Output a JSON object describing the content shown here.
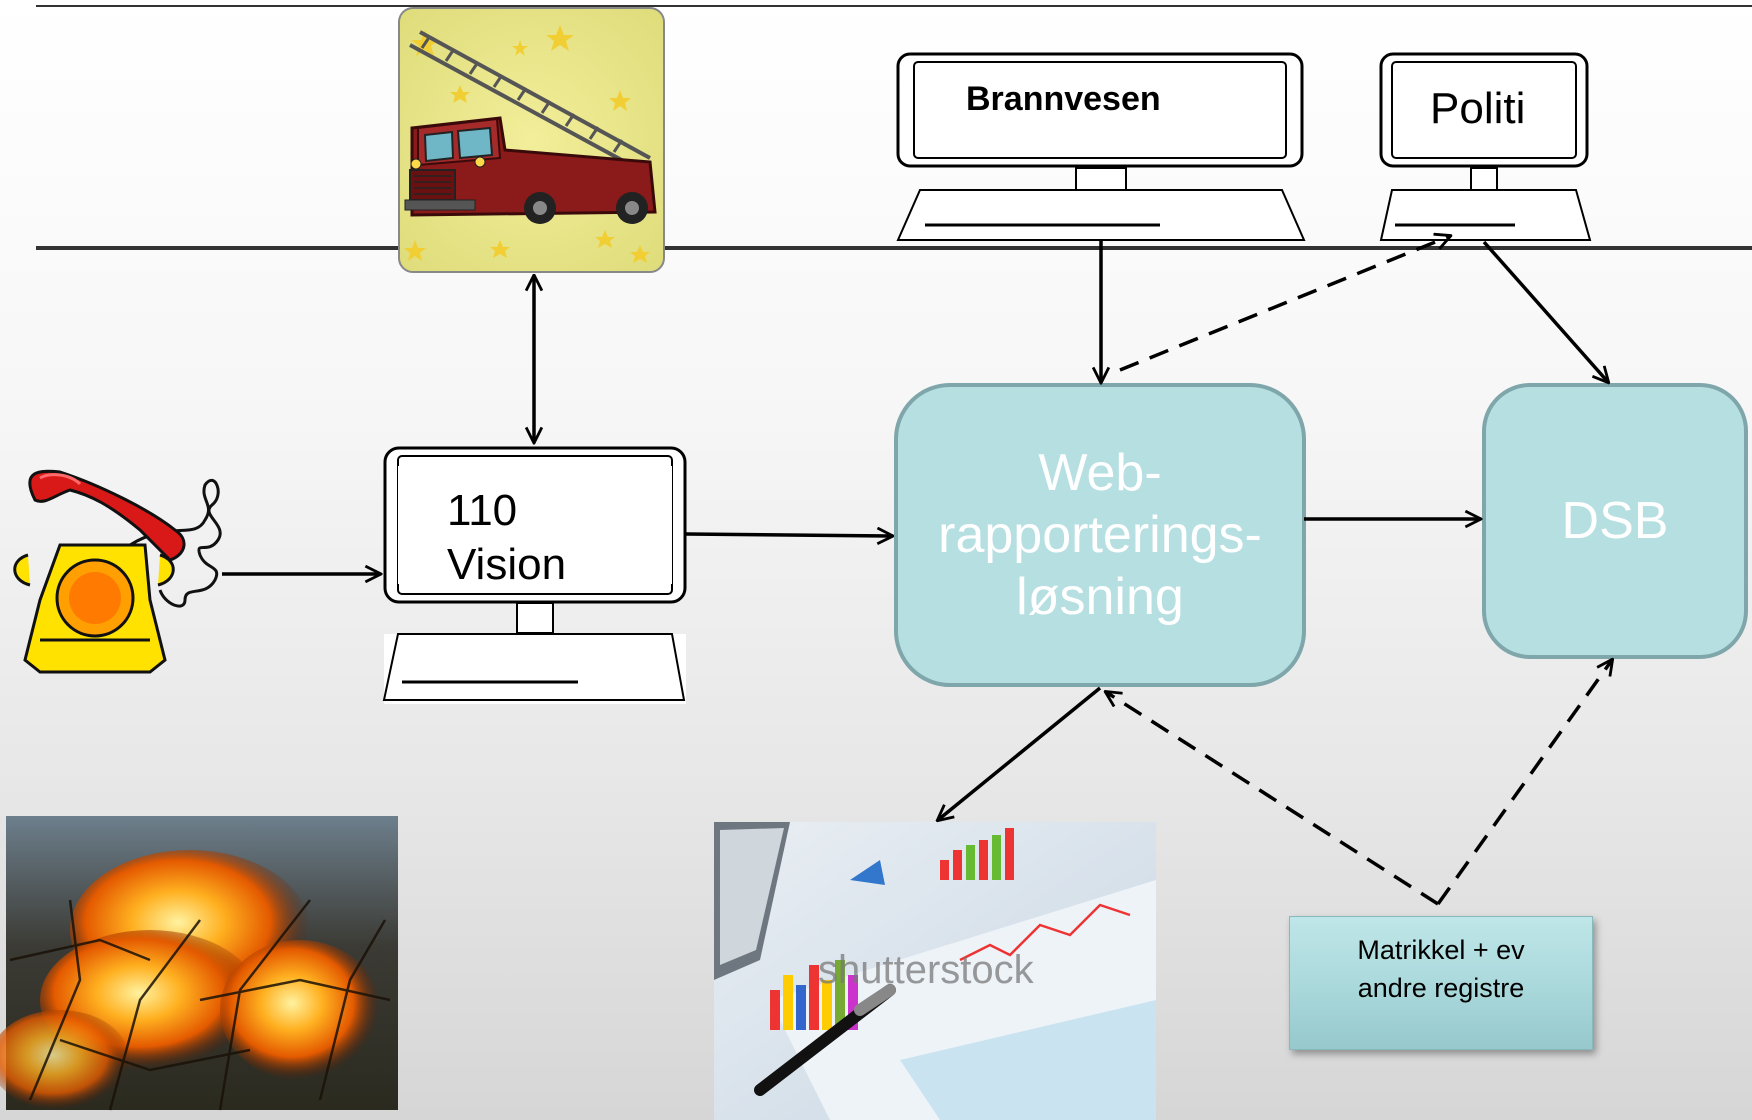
{
  "nodes": {
    "web": {
      "line1": "Web-",
      "line2": "rapporterings-",
      "line3": "løsning"
    },
    "dsb": {
      "label": "DSB"
    }
  },
  "monitors": {
    "brannvesen": {
      "label": "Brannvesen"
    },
    "politi": {
      "label": "Politi"
    },
    "vision": {
      "line1": "110",
      "line2": "Vision"
    }
  },
  "register": {
    "line1": "Matrikkel + ev",
    "line2": "andre registre"
  },
  "images": {
    "report": {
      "watermark": "shutterstock"
    }
  },
  "colors": {
    "node_fill": "#b6dfe2",
    "node_border": "#7fa6aa",
    "truck_red": "#8b1a1a",
    "phone_red": "#d91818",
    "phone_yellow": "#ffe200",
    "phone_orange": "#ff7a00",
    "arrow": "#000000"
  },
  "icons": {
    "phone": "telephone-icon",
    "truck": "fire-truck-icon",
    "monitor": "computer-monitor-icon"
  }
}
